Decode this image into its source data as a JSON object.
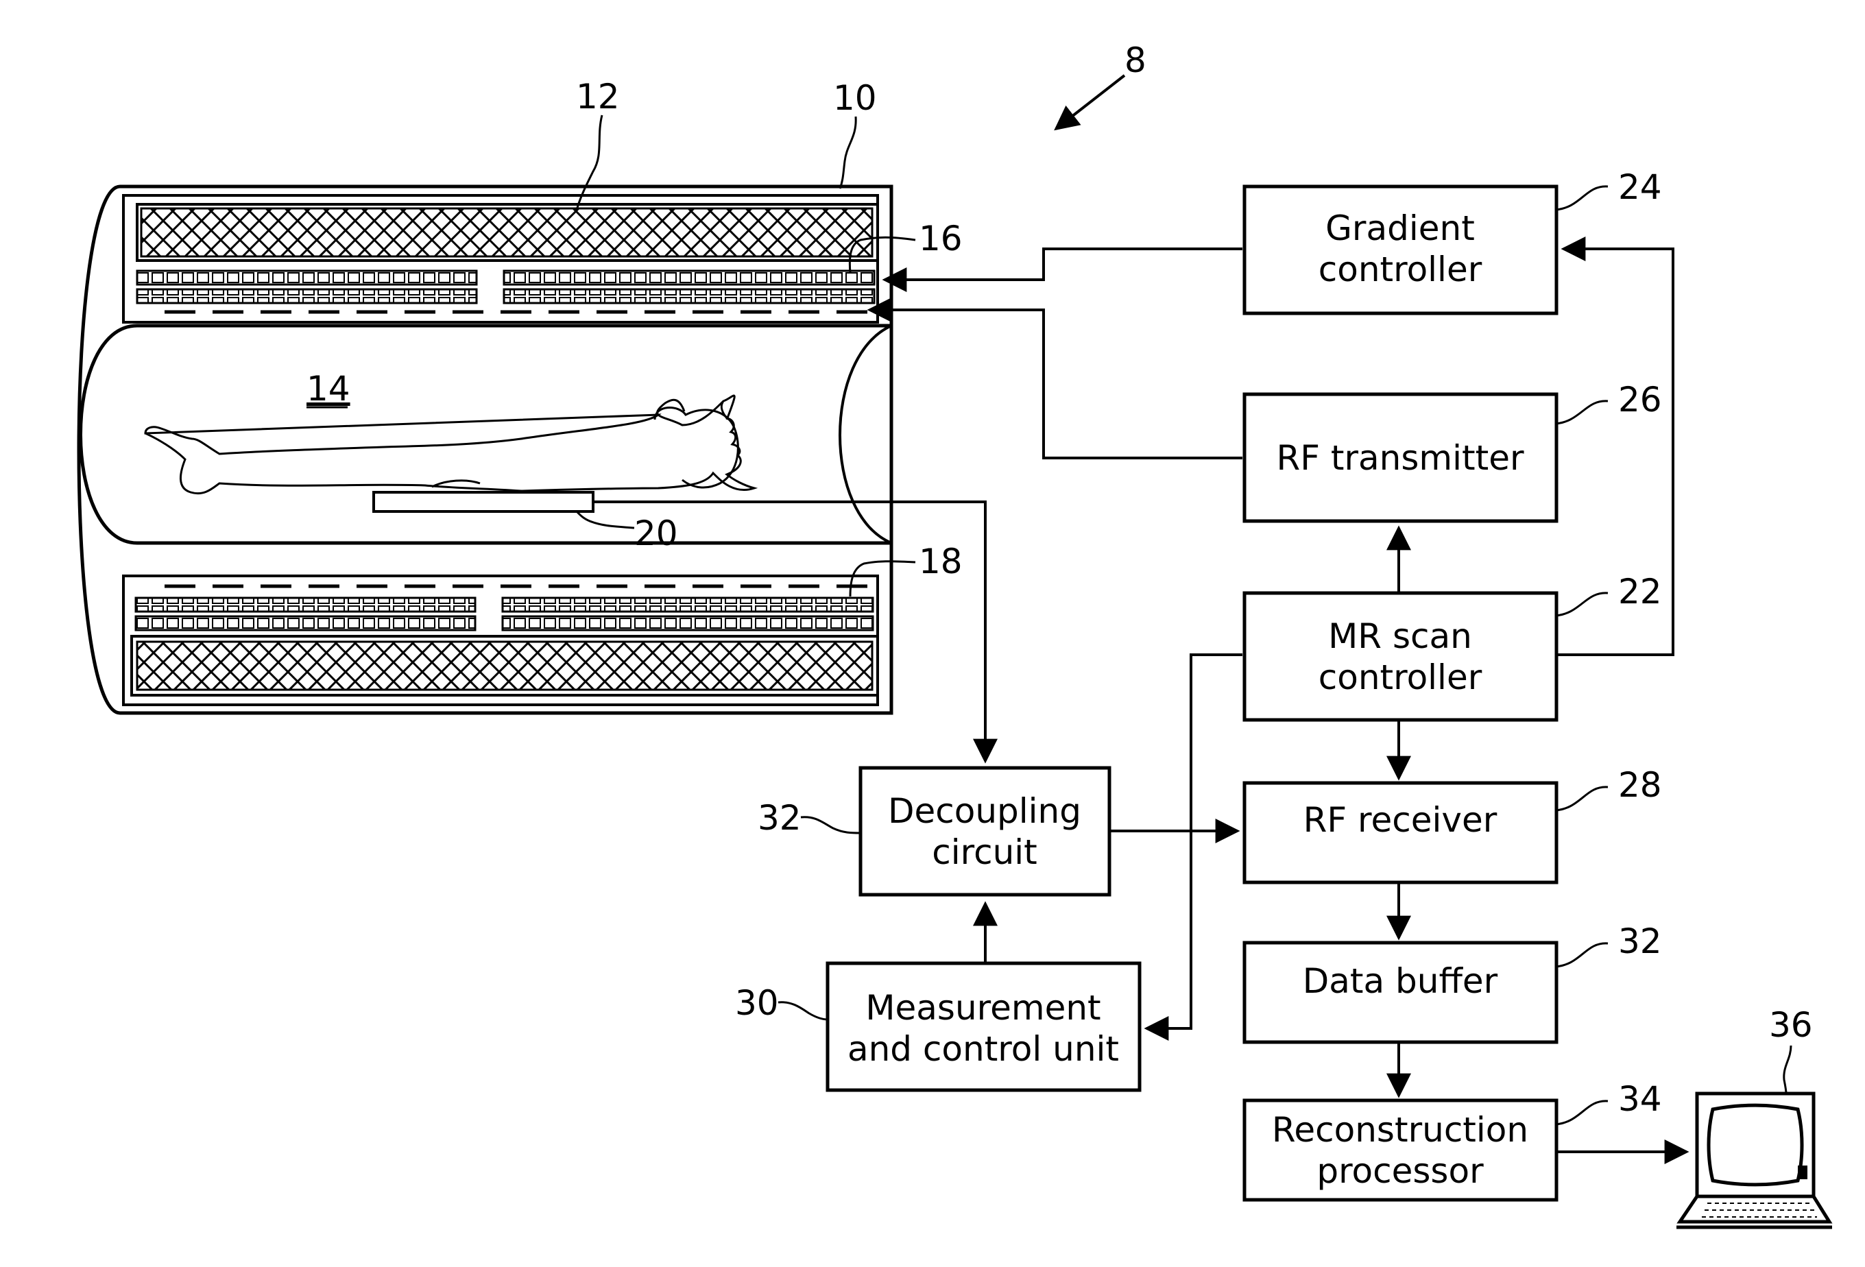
{
  "figure_number": "8",
  "scanner": {
    "ref_housing": "10",
    "ref_main_magnet": "12",
    "ref_bore": "14",
    "ref_gradient_coils": "16",
    "ref_rf_coils": "18",
    "ref_local_coil": "20"
  },
  "blocks": {
    "gradient_controller": {
      "line1": "Gradient",
      "line2": "controller",
      "ref": "24"
    },
    "rf_transmitter": {
      "line1": "RF transmitter",
      "ref": "26"
    },
    "mr_scan_controller": {
      "line1": "MR scan",
      "line2": "controller",
      "ref": "22"
    },
    "rf_receiver": {
      "line1": "RF receiver",
      "ref": "28"
    },
    "data_buffer": {
      "line1": "Data buffer",
      "ref": "32"
    },
    "reconstruction_processor": {
      "line1": "Reconstruction",
      "line2": "processor",
      "ref": "34"
    },
    "decoupling_circuit": {
      "line1": "Decoupling",
      "line2": "circuit",
      "ref": "32"
    },
    "measurement_control_unit": {
      "line1": "Measurement",
      "line2": "and control unit",
      "ref": "30"
    }
  },
  "display": {
    "ref": "36"
  }
}
